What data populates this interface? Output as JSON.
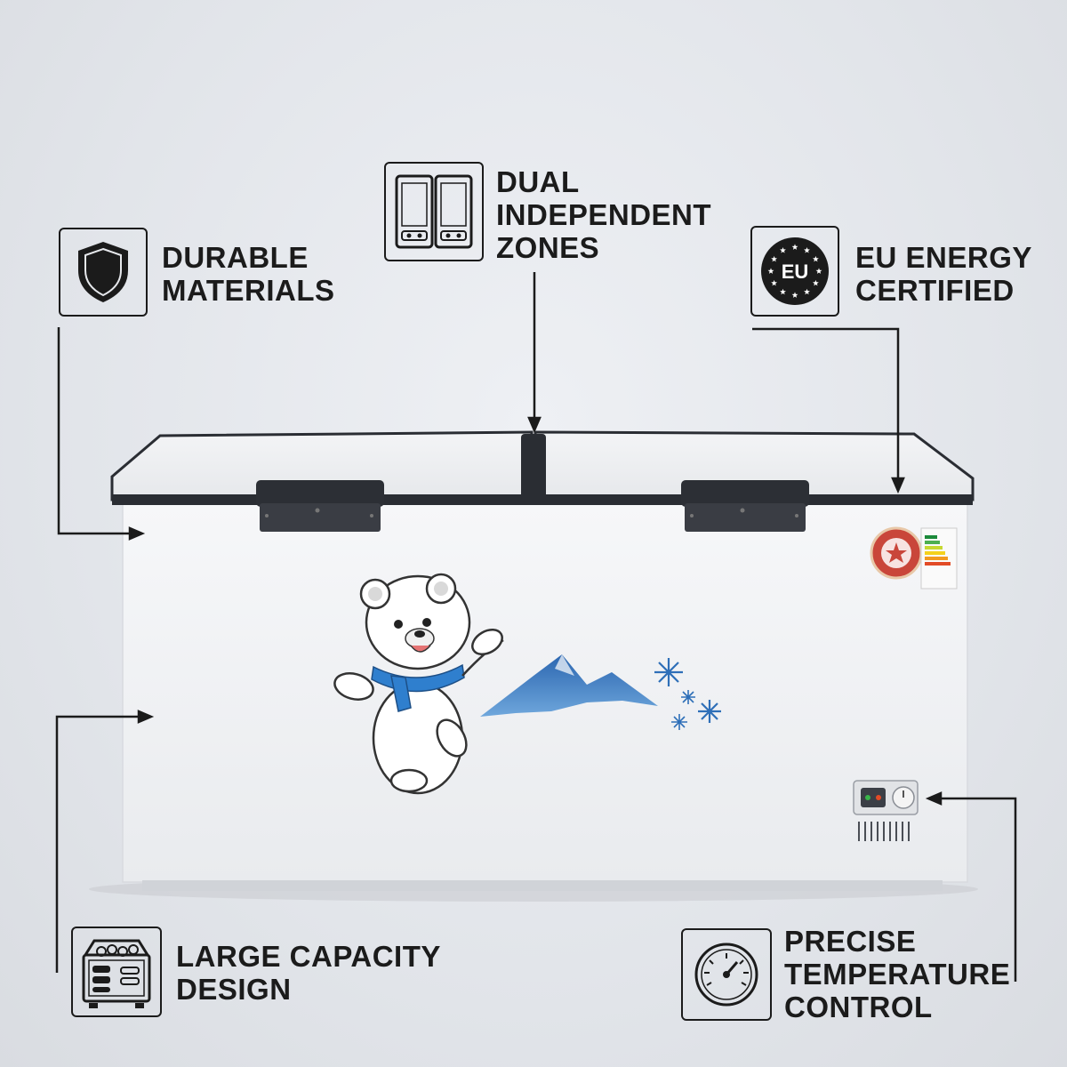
{
  "features": {
    "durable": {
      "line1": "DURABLE",
      "line2": "MATERIALS",
      "icon": "shield-icon"
    },
    "dual": {
      "line1": "DUAL",
      "line2": "INDEPENDENT",
      "line3": "ZONES",
      "icon": "dual-zone-freezer-icon"
    },
    "eu": {
      "line1": "EU ENERGY",
      "line2": "CERTIFIED",
      "icon": "eu-stars-icon",
      "badge": "EU"
    },
    "capacity": {
      "line1": "LARGE CAPACITY",
      "line2": "DESIGN",
      "icon": "open-freezer-icon"
    },
    "temp": {
      "line1": "PRECISE",
      "line2": "TEMPERATURE",
      "line3": "CONTROL",
      "icon": "gauge-icon"
    }
  },
  "colors": {
    "ink": "#1b1b1b",
    "freezer_body": "#f2f3f5",
    "trim": "#2a2d33",
    "accent_blue": "#2f6fb8"
  }
}
